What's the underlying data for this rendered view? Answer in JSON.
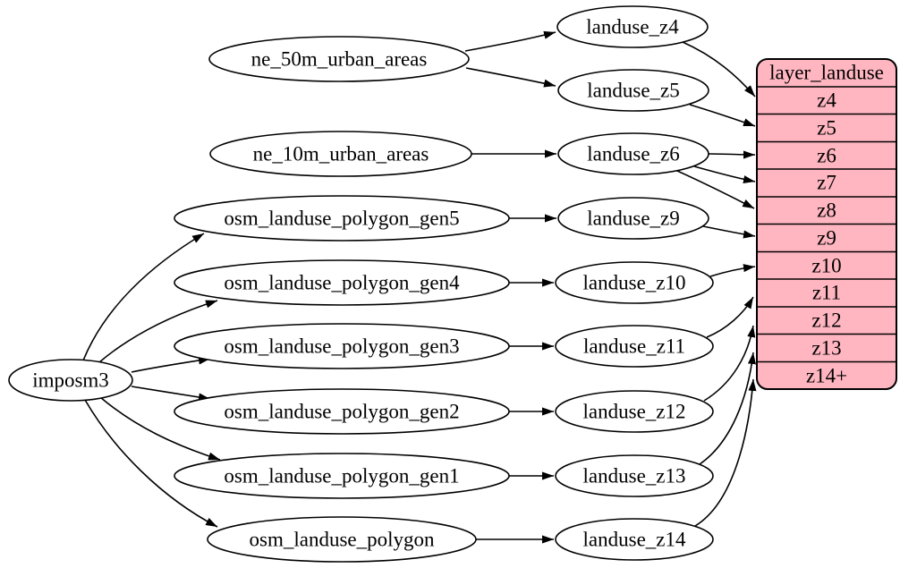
{
  "diagram": {
    "background": "#ffffff",
    "line_color": "#000000",
    "node_fill": "#ffffff",
    "nodes": {
      "imposm3": "imposm3",
      "ne_50m_urban_areas": "ne_50m_urban_areas",
      "ne_10m_urban_areas": "ne_10m_urban_areas",
      "osm_landuse_polygon_gen5": "osm_landuse_polygon_gen5",
      "osm_landuse_polygon_gen4": "osm_landuse_polygon_gen4",
      "osm_landuse_polygon_gen3": "osm_landuse_polygon_gen3",
      "osm_landuse_polygon_gen2": "osm_landuse_polygon_gen2",
      "osm_landuse_polygon_gen1": "osm_landuse_polygon_gen1",
      "osm_landuse_polygon": "osm_landuse_polygon",
      "landuse_z4": "landuse_z4",
      "landuse_z5": "landuse_z5",
      "landuse_z6": "landuse_z6",
      "landuse_z9": "landuse_z9",
      "landuse_z10": "landuse_z10",
      "landuse_z11": "landuse_z11",
      "landuse_z12": "landuse_z12",
      "landuse_z13": "landuse_z13",
      "landuse_z14": "landuse_z14"
    },
    "table": {
      "title": "layer_landuse",
      "fill": "#ffb6c1",
      "rows": [
        "z4",
        "z5",
        "z6",
        "z7",
        "z8",
        "z9",
        "z10",
        "z11",
        "z12",
        "z13",
        "z14+"
      ]
    },
    "edges": [
      {
        "from": "ne_50m_urban_areas",
        "to": "landuse_z4"
      },
      {
        "from": "ne_50m_urban_areas",
        "to": "landuse_z5"
      },
      {
        "from": "ne_10m_urban_areas",
        "to": "landuse_z6"
      },
      {
        "from": "osm_landuse_polygon_gen5",
        "to": "landuse_z9"
      },
      {
        "from": "osm_landuse_polygon_gen4",
        "to": "landuse_z10"
      },
      {
        "from": "osm_landuse_polygon_gen3",
        "to": "landuse_z11"
      },
      {
        "from": "osm_landuse_polygon_gen2",
        "to": "landuse_z12"
      },
      {
        "from": "osm_landuse_polygon_gen1",
        "to": "landuse_z13"
      },
      {
        "from": "osm_landuse_polygon",
        "to": "landuse_z14"
      },
      {
        "from": "imposm3",
        "to": "osm_landuse_polygon_gen5"
      },
      {
        "from": "imposm3",
        "to": "osm_landuse_polygon_gen4"
      },
      {
        "from": "imposm3",
        "to": "osm_landuse_polygon_gen3"
      },
      {
        "from": "imposm3",
        "to": "osm_landuse_polygon_gen2"
      },
      {
        "from": "imposm3",
        "to": "osm_landuse_polygon_gen1"
      },
      {
        "from": "imposm3",
        "to": "osm_landuse_polygon"
      },
      {
        "from": "landuse_z4",
        "to": "layer_landuse.z4"
      },
      {
        "from": "landuse_z5",
        "to": "layer_landuse.z5"
      },
      {
        "from": "landuse_z6",
        "to": "layer_landuse.z6"
      },
      {
        "from": "landuse_z6",
        "to": "layer_landuse.z7"
      },
      {
        "from": "landuse_z6",
        "to": "layer_landuse.z8"
      },
      {
        "from": "landuse_z9",
        "to": "layer_landuse.z9"
      },
      {
        "from": "landuse_z10",
        "to": "layer_landuse.z10"
      },
      {
        "from": "landuse_z11",
        "to": "layer_landuse.z11"
      },
      {
        "from": "landuse_z12",
        "to": "layer_landuse.z12"
      },
      {
        "from": "landuse_z13",
        "to": "layer_landuse.z13"
      },
      {
        "from": "landuse_z14",
        "to": "layer_landuse.z14+"
      }
    ]
  }
}
